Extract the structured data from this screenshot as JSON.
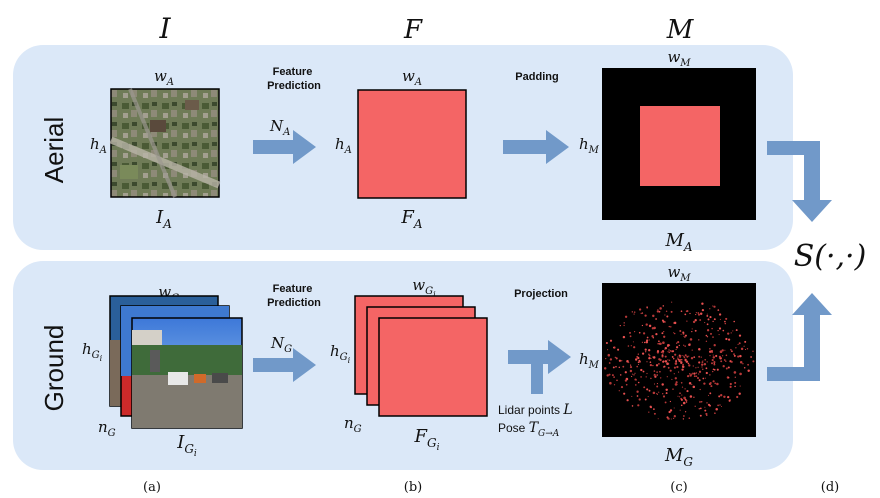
{
  "columns": {
    "I": "I",
    "F": "F",
    "M": "M"
  },
  "rows": {
    "aerial": "Aerial",
    "ground": "Ground"
  },
  "aerial": {
    "image_label_main": "I",
    "image_label_sub": "A",
    "w_main": "w",
    "w_sub": "A",
    "h_main": "h",
    "h_sub": "A",
    "step1_line1": "Feature",
    "step1_line2": "Prediction",
    "net_main": "N",
    "net_sub": "A",
    "feature_w_main": "w",
    "feature_w_sub": "A",
    "feature_h_main": "h",
    "feature_h_sub": "A",
    "feature_label_main": "F",
    "feature_label_sub": "A",
    "step2": "Padding",
    "map_w_main": "w",
    "map_w_sub": "M",
    "map_h_main": "h",
    "map_h_sub": "M",
    "map_label_main": "M",
    "map_label_sub": "A"
  },
  "ground": {
    "w_main": "w",
    "w_sub": "G",
    "w_subsub": "i",
    "h_main": "h",
    "h_sub": "G",
    "h_subsub": "i",
    "n_main": "n",
    "n_sub": "G",
    "image_label_main": "I",
    "image_label_sub": "G",
    "image_label_subsub": "i",
    "step1_line1": "Feature",
    "step1_line2": "Prediction",
    "net_main": "N",
    "net_sub": "G",
    "feature_w_main": "w",
    "feature_w_sub": "G",
    "feature_w_subsub": "i",
    "feature_h_main": "h",
    "feature_h_sub": "G",
    "feature_h_subsub": "i",
    "feature_n_main": "n",
    "feature_n_sub": "G",
    "feature_label_main": "F",
    "feature_label_sub": "G",
    "feature_label_subsub": "i",
    "step2": "Projection",
    "lidar_text": "Lidar points ",
    "lidar_symbol": "L",
    "pose_text": "Pose ",
    "pose_symbol": "T",
    "pose_sub": "G→A",
    "map_w_main": "w",
    "map_w_sub": "M",
    "map_h_main": "h",
    "map_h_sub": "M",
    "map_label_main": "M",
    "map_label_sub": "G"
  },
  "score": "S(·,·)",
  "captions": [
    "(a)",
    "(b)",
    "(c)",
    "(d)"
  ],
  "colors": {
    "panel": "#dbe8f8",
    "arrow": "#7199c9",
    "feature": "#f46565",
    "map_bg": "#000000",
    "text": "#111111"
  }
}
